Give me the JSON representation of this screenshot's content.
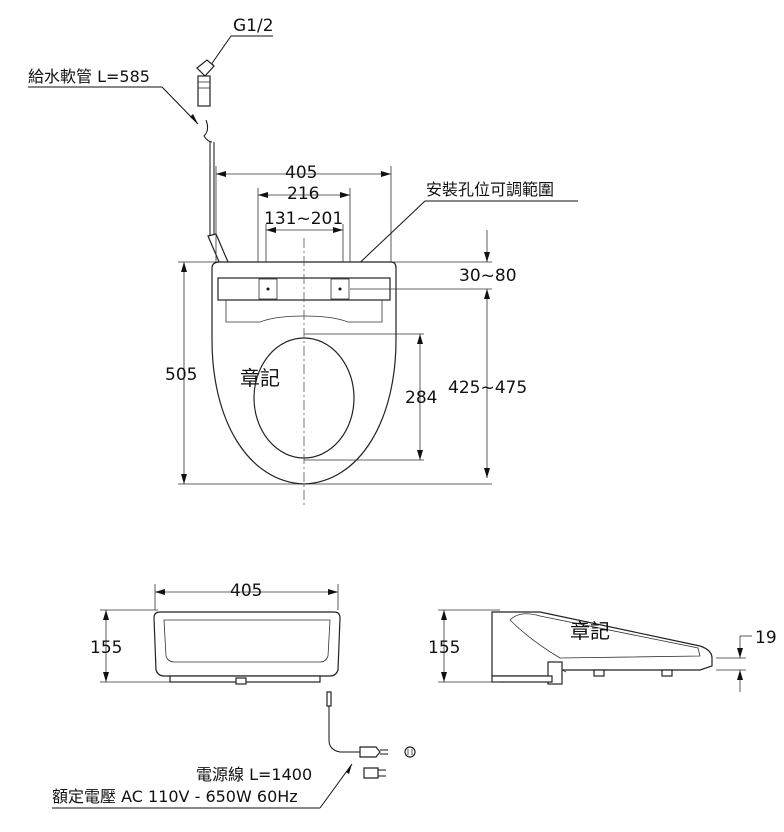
{
  "top_view": {
    "thread_label": "G1/2",
    "hose_label": "給水軟管 L=585",
    "width_total": "405",
    "hole_spacing": "216",
    "hole_adjust_range": "131~201",
    "adjust_note": "安裝孔位可調範圍",
    "front_offset": "30~80",
    "length_total": "505",
    "bowl_length": "284",
    "mount_length": "425~475",
    "brand_mark": "章記"
  },
  "front_view": {
    "width": "405",
    "height": "155"
  },
  "side_view": {
    "height": "155",
    "offset": "19",
    "brand_mark": "章記"
  },
  "power": {
    "cord_label": "電源線 L=1400",
    "rating_label": "額定電壓 AC 110V - 650W 60Hz"
  }
}
